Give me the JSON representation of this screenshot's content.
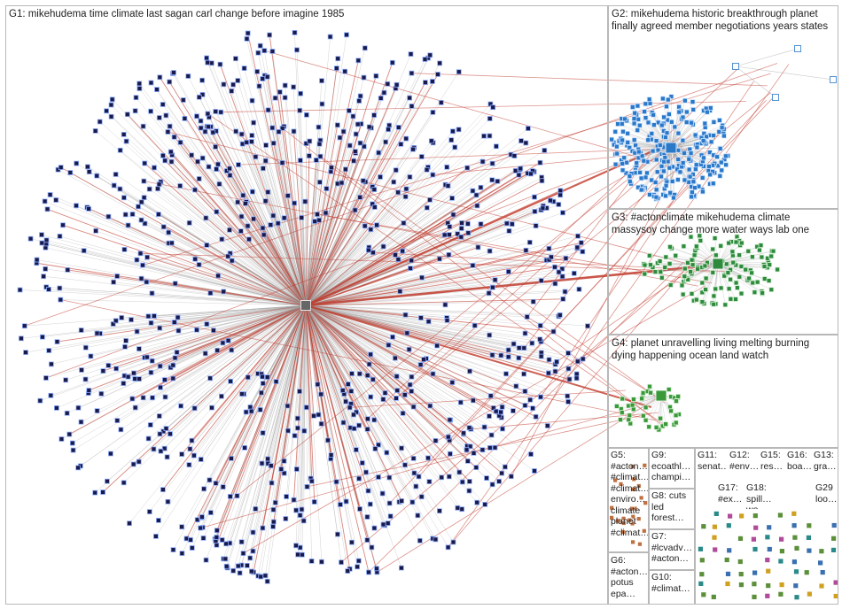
{
  "graph": {
    "groups": [
      {
        "id": "G1",
        "label": "G1: mikehudema time climate last sagan carl change before imagine 1985"
      },
      {
        "id": "G2",
        "label": "G2: mikehudema historic breakthrough planet finally agreed member negotiations years states"
      },
      {
        "id": "G3",
        "label": "G3: #actonclimate mikehudema climate massysoy change more water ways lab one"
      },
      {
        "id": "G4",
        "label": "G4: planet unravelling living melting burning dying happening ocean land watch"
      },
      {
        "id": "G5",
        "label": "G5: #acton… #climat… #climat… enviro… climate planet #climat…"
      },
      {
        "id": "G6",
        "label": "G6: #acton… potus epa…"
      },
      {
        "id": "G7",
        "label": "G7: #lcvadv… #acton…"
      },
      {
        "id": "G8",
        "label": "G8: cuts led forest…"
      },
      {
        "id": "G9",
        "label": "G9: ecoathl… champi…"
      },
      {
        "id": "G10",
        "label": "G10: #climat…"
      },
      {
        "id": "G11",
        "label": "G11: senat…"
      },
      {
        "id": "G12",
        "label": "G12: #env…"
      },
      {
        "id": "G15",
        "label": "G15: res…"
      },
      {
        "id": "G16",
        "label": "G16: boa…"
      },
      {
        "id": "G13",
        "label": "G13: gra…"
      },
      {
        "id": "G17",
        "label": "G17: #ex…"
      },
      {
        "id": "G18",
        "label": "G18: spill… wo…"
      },
      {
        "id": "G29",
        "label": "G29 loo…"
      }
    ],
    "node_colors": {
      "g1": "#1a1a4a",
      "g2": "#2a78c8",
      "g3": "#2e8b3e",
      "g4": "#3a9a3a",
      "edge": "#c0392b",
      "edge_gray": "#9e9e9e"
    }
  }
}
